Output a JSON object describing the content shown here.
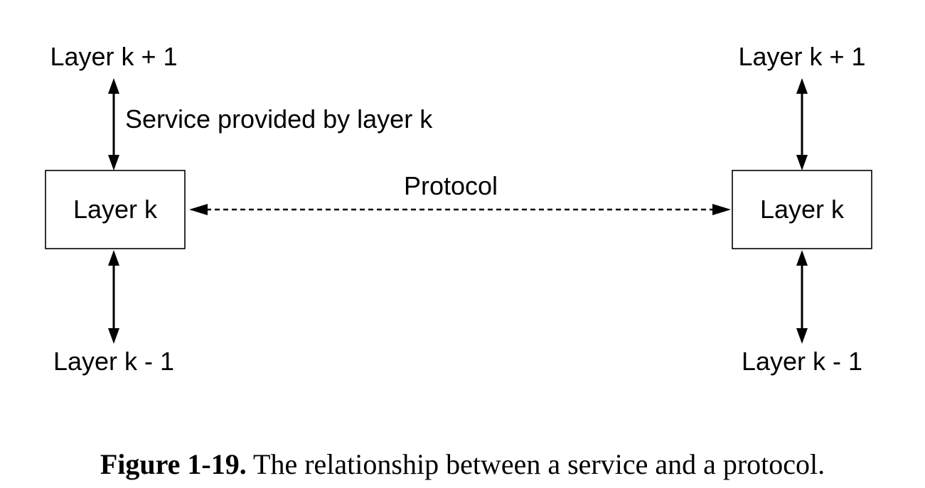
{
  "diagram": {
    "left_stack": {
      "upper_label": "Layer k + 1",
      "box_label": "Layer k",
      "lower_label": "Layer k - 1",
      "service_label": "Service provided by layer k"
    },
    "right_stack": {
      "upper_label": "Layer k + 1",
      "box_label": "Layer k",
      "lower_label": "Layer k - 1"
    },
    "protocol_label": "Protocol"
  },
  "caption": {
    "number": "Figure 1-19.",
    "text": "The relationship between a service and a protocol."
  }
}
